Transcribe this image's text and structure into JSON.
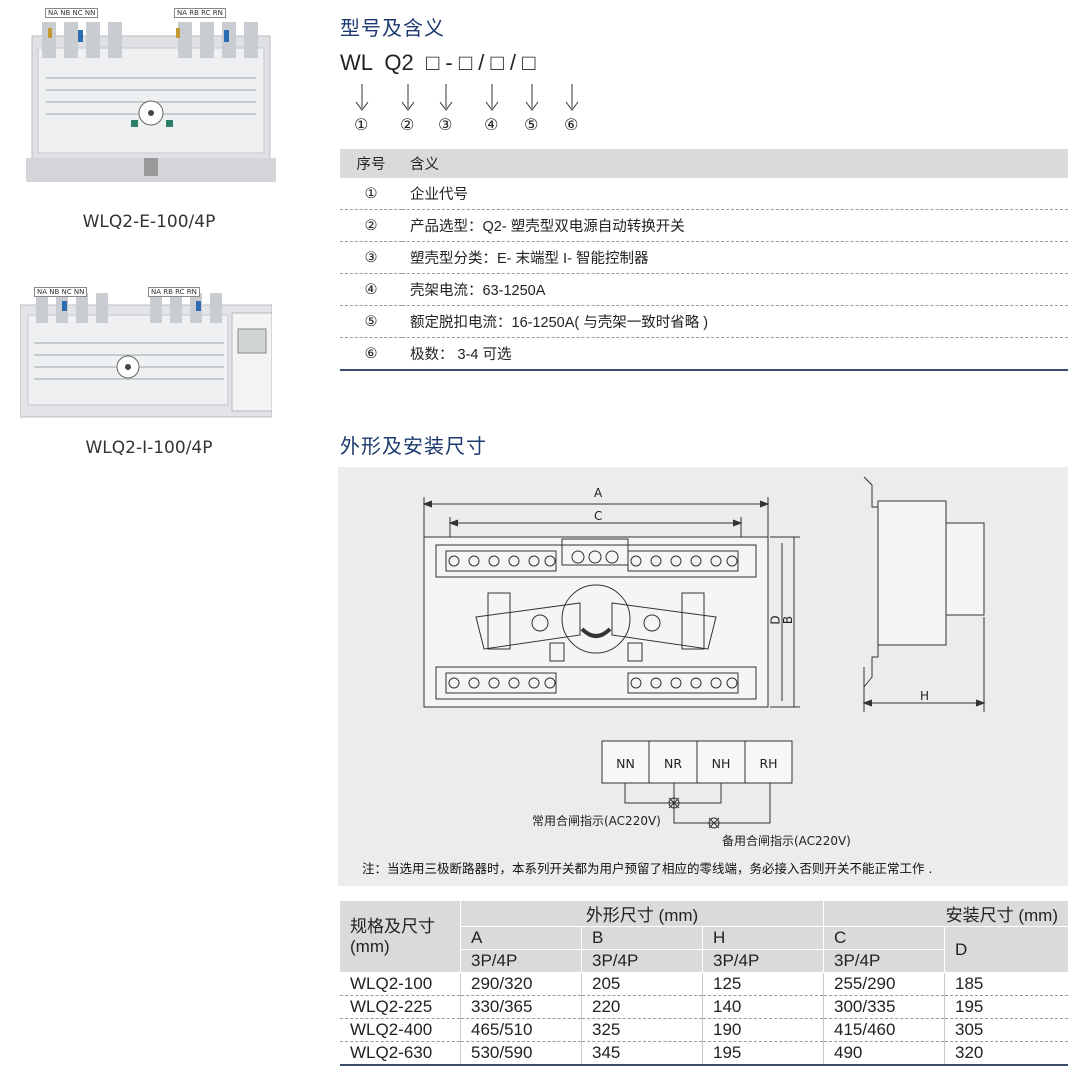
{
  "products": [
    {
      "caption": "WLQ2-E-100/4P",
      "top_labels_left": "NA NB NC NN",
      "top_labels_right": "NA RB RC RN"
    },
    {
      "caption": "WLQ2-I-100/4P",
      "top_labels_left": "NA NB NC NN",
      "top_labels_right": "NA RB RC RN"
    }
  ],
  "section1": {
    "title": "型号及含义",
    "model_code": "WL  Q2  □ - □ / □ / □",
    "markers": [
      "①",
      "②",
      "③",
      "④",
      "⑤",
      "⑥"
    ]
  },
  "meaning_table": {
    "headers": [
      "序号",
      "含义"
    ],
    "rows": [
      [
        "①",
        "企业代号"
      ],
      [
        "②",
        "产品选型：Q2- 塑壳型双电源自动转换开关"
      ],
      [
        "③",
        "塑壳型分类：E- 末端型   I- 智能控制器"
      ],
      [
        "④",
        "壳架电流：63-1250A"
      ],
      [
        "⑤",
        "额定脱扣电流：16-1250A( 与壳架一致时省略 )"
      ],
      [
        "⑥",
        "极数： 3-4 可选"
      ]
    ]
  },
  "section2": {
    "title": "外形及安装尺寸",
    "dim_labels": {
      "A": "A",
      "C": "C",
      "D": "D",
      "B": "B",
      "H": "H"
    },
    "terminals": [
      "NN",
      "NR",
      "NH",
      "RH"
    ],
    "indicator_normal": "常用合闸指示(AC220V)",
    "indicator_backup": "备用合闸指示(AC220V)",
    "note": "注：当选用三极断路器时，本系列开关都为用户预留了相应的零线端，务必接入否则开关不能正常工作 ."
  },
  "size_table": {
    "header_row1": {
      "spec": "规格及尺寸",
      "outer": "外形尺寸 (mm)",
      "install": "安装尺寸 (mm)"
    },
    "header_row2": {
      "spec_unit": "(mm)",
      "A": "A",
      "B": "B",
      "H": "H",
      "C": "C",
      "D": "D"
    },
    "header_row3": {
      "A": "3P/4P",
      "B": "3P/4P",
      "H": "3P/4P",
      "C": "3P/4P"
    },
    "rows": [
      [
        "WLQ2-100",
        "290/320",
        "205",
        "125",
        "255/290",
        "185"
      ],
      [
        "WLQ2-225",
        "330/365",
        "220",
        "140",
        "300/335",
        "195"
      ],
      [
        "WLQ2-400",
        "465/510",
        "325",
        "190",
        "415/460",
        "305"
      ],
      [
        "WLQ2-630",
        "530/590",
        "345",
        "195",
        "490",
        "320"
      ]
    ]
  },
  "colors": {
    "heading": "#1d3a6e",
    "table_header": "#d9dadc",
    "rule": "#3b4d6b",
    "panel": "#ececec"
  }
}
